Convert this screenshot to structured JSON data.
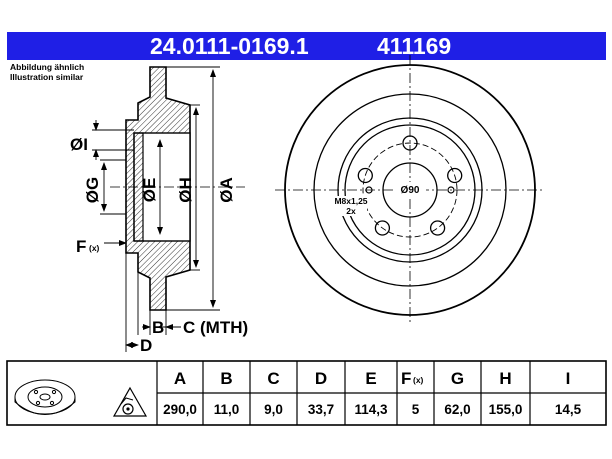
{
  "header": {
    "part_number": "24.0111-0169.1",
    "reference_number": "411169"
  },
  "caption": {
    "line1": "Abbildung ähnlich",
    "line2": "Illustration similar"
  },
  "side_view_labels": {
    "dim_i": "ØI",
    "dim_g": "ØG",
    "dim_e": "ØE",
    "dim_h": "ØH",
    "dim_a": "ØA",
    "dim_f": "F",
    "dim_f_sub": "(x)",
    "dim_b": "B",
    "dim_c": "C (MTH)",
    "dim_d": "D"
  },
  "front_view_labels": {
    "bolt_circle": "Ø90",
    "thread": "M8x1,25",
    "thread_count": "2x"
  },
  "spec_table": {
    "headers": [
      "A",
      "B",
      "C",
      "D",
      "E",
      "F",
      "G",
      "H",
      "I"
    ],
    "f_sub": "(x)",
    "values": [
      "290,0",
      "11,0",
      "9,0",
      "33,7",
      "114,3",
      "5",
      "62,0",
      "155,0",
      "14,5"
    ]
  }
}
